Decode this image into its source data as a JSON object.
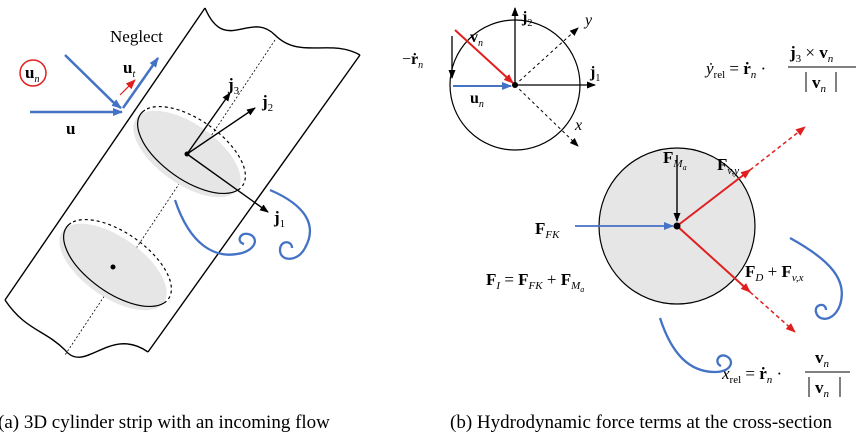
{
  "colors": {
    "flow_blue": "#4472c4",
    "force_red": "#e02020",
    "fill_gray": "#e6e6e6",
    "ink": "#000000"
  },
  "panel_a": {
    "caption": "(a) 3D cylinder strip with an incoming flow",
    "neglect_label": "Neglect",
    "u_label": "u",
    "un_label": "u",
    "un_sub": "n",
    "ut_label": "u",
    "ut_sub": "t",
    "j1_label": "j",
    "j1_sub": "1",
    "j2_label": "j",
    "j2_sub": "2",
    "j3_label": "j",
    "j3_sub": "3"
  },
  "panel_b": {
    "caption": "(b) Hydrodynamic force terms at the cross-section",
    "top_vn": "v",
    "top_vn_sub": "n",
    "top_minus": "−",
    "top_rn": "ṙ",
    "top_rn_sub": "n",
    "top_un": "u",
    "top_un_sub": "n",
    "top_j1": "j",
    "top_j1_sub": "1",
    "top_j2": "j",
    "top_j2_sub": "2",
    "top_x": "x",
    "top_y": "y",
    "f_ma": "F",
    "f_ma_sub": "M",
    "f_ma_subsub": "a",
    "f_fk": "F",
    "f_fk_sub": "FK",
    "f_vy": "F",
    "f_vy_sub": "v,y",
    "f_d": "F",
    "f_d_sub": "D",
    "f_plus": " + ",
    "f_vx": "F",
    "f_vx_sub": "v,x",
    "eq_fi": "F",
    "eq_fi_sub": "I",
    "eq_equals": " = ",
    "eq_ffk": "F",
    "eq_ffk_sub": "FK",
    "eq_plus": " + ",
    "eq_fma": "F",
    "eq_fma_sub": "M",
    "eq_fma_subsub": "a",
    "yrel_lhs": "ẏ",
    "yrel_sub": "rel",
    "yrel_eq": " = ",
    "yrel_r": "ṙ",
    "yrel_r_sub": "n",
    "yrel_dot": " · ",
    "yrel_num": "j",
    "yrel_num_sub": "3",
    "yrel_times": " × ",
    "yrel_num2": "v",
    "yrel_num2_sub": "n",
    "yrel_den": "v",
    "yrel_den_sub": "n",
    "xrel_lhs": "ẋ",
    "xrel_sub": "rel",
    "xrel_eq": " = ",
    "xrel_r": "ṙ",
    "xrel_r_sub": "n",
    "xrel_dot": " · ",
    "xrel_num": "v",
    "xrel_num_sub": "n",
    "xrel_den": "v",
    "xrel_den_sub": "n"
  }
}
